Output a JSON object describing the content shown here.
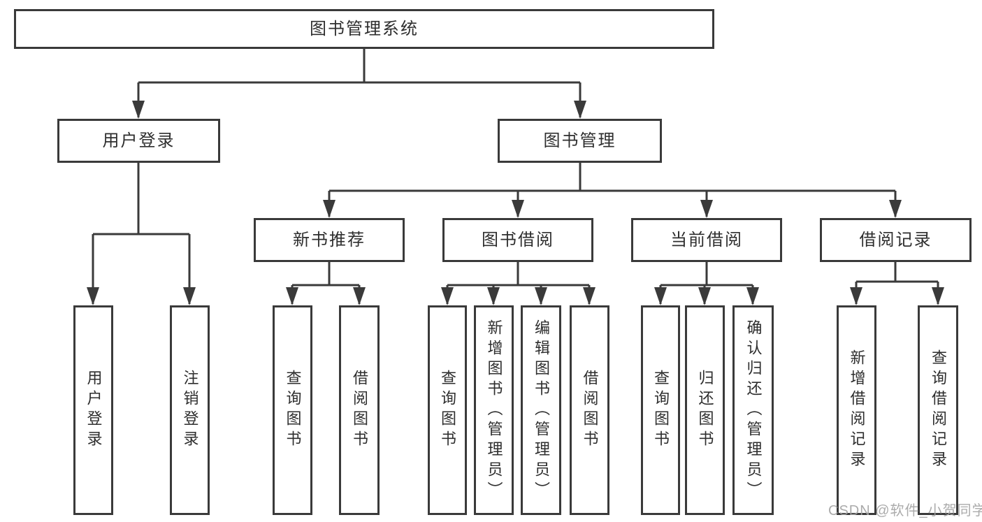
{
  "tree": {
    "root": {
      "label": "图书管理系统",
      "children": [
        {
          "label": "用户登录",
          "children": [
            {
              "label": "用户登录"
            },
            {
              "label": "注销登录"
            }
          ]
        },
        {
          "label": "图书管理",
          "children": [
            {
              "label": "新书推荐",
              "children": [
                {
                  "label": "查询图书"
                },
                {
                  "label": "借阅图书"
                }
              ]
            },
            {
              "label": "图书借阅",
              "children": [
                {
                  "label": "查询图书"
                },
                {
                  "label": "新增图书（管理员）"
                },
                {
                  "label": "编辑图书（管理员）"
                },
                {
                  "label": "借阅图书"
                }
              ]
            },
            {
              "label": "当前借阅",
              "children": [
                {
                  "label": "查询图书"
                },
                {
                  "label": "归还图书"
                },
                {
                  "label": "确认归还（管理员）"
                }
              ]
            },
            {
              "label": "借阅记录",
              "children": [
                {
                  "label": "新增借阅记录"
                },
                {
                  "label": "查询借阅记录"
                }
              ]
            }
          ]
        }
      ]
    }
  },
  "watermark": "CSDN @软件_小贺同学",
  "colors": {
    "line": "#3a3a3a",
    "box_border": "#3a3a3a",
    "text": "#2e2e2e",
    "watermark": "#a3a3a3",
    "background": "#ffffff"
  }
}
